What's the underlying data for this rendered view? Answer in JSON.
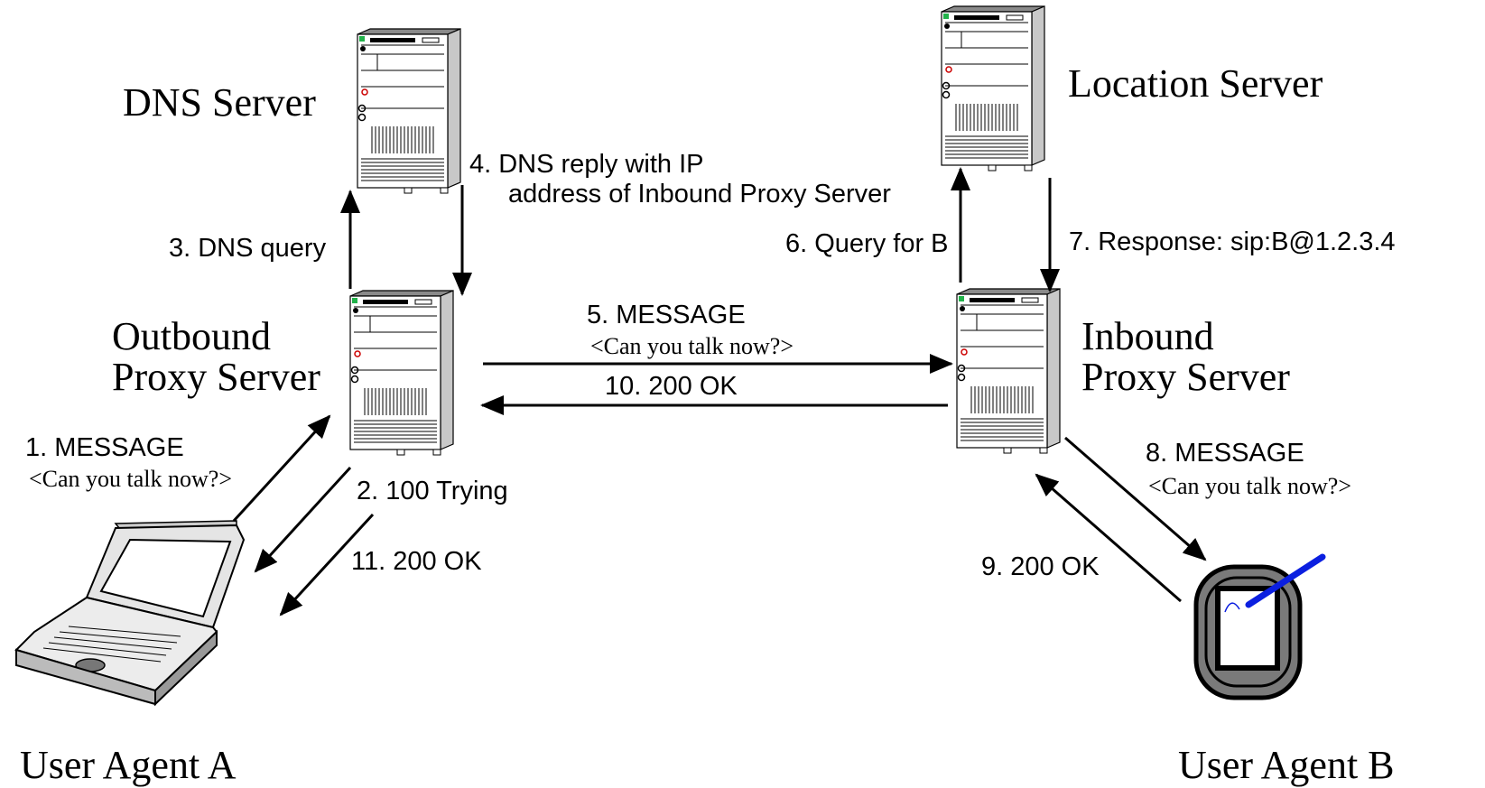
{
  "nodes": {
    "dns_server": "DNS Server",
    "location_server": "Location Server",
    "outbound_proxy": [
      "Outbound",
      "Proxy Server"
    ],
    "inbound_proxy": [
      "Inbound",
      "Proxy Server"
    ],
    "user_agent_a": "User Agent A",
    "user_agent_b": "User Agent B"
  },
  "messages": {
    "m1": {
      "label": "1. MESSAGE",
      "body": "<Can you talk now?>"
    },
    "m2": {
      "label": "2. 100 Trying"
    },
    "m3": {
      "label": "3. DNS query"
    },
    "m4": {
      "label": [
        "4. DNS reply with IP",
        "address of Inbound Proxy Server"
      ]
    },
    "m5": {
      "label": "5. MESSAGE",
      "body": "<Can you talk now?>"
    },
    "m6": {
      "label": "6. Query for B"
    },
    "m7": {
      "label": "7. Response: sip:B@1.2.3.4"
    },
    "m8": {
      "label": "8. MESSAGE",
      "body": "<Can you talk now?>"
    },
    "m9": {
      "label": "9.  200 OK"
    },
    "m10": {
      "label": "10.  200 OK"
    },
    "m11": {
      "label": "11.  200 OK"
    }
  },
  "icons": {
    "servers": "server-tower-icon",
    "user_agent_a": "laptop-icon",
    "user_agent_b": "pda-stylus-icon"
  },
  "colors": {
    "stylus": "#0b1fe0",
    "pda_frame": "#7a7a7a"
  }
}
